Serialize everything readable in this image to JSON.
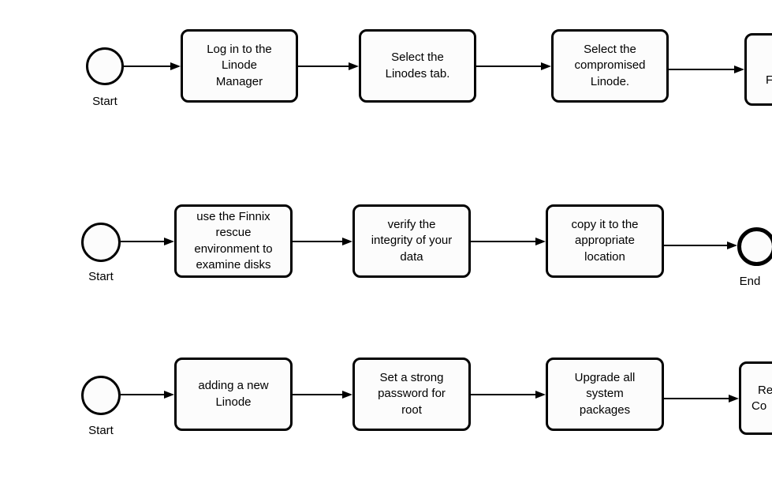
{
  "canvas": {
    "background_color": "#ffffff",
    "stroke_color": "#000000",
    "node_fill_color": "#fcfcfc",
    "text_color": "#000000"
  },
  "rows": [
    {
      "start_label": "Start",
      "boxes": [
        {
          "label": "Log in to the\nLinode\nManager"
        },
        {
          "label": "Select the\nLinodes tab."
        },
        {
          "label": "Select the\ncompromised\nLinode."
        }
      ],
      "partial_box_fragment": "F"
    },
    {
      "start_label": "Start",
      "boxes": [
        {
          "label": "use the Finnix\nrescue\nenvironment to\nexamine disks"
        },
        {
          "label": "verify the\nintegrity of your\ndata"
        },
        {
          "label": "copy it to the\nappropriate\nlocation"
        }
      ],
      "end_label": "End"
    },
    {
      "start_label": "Start",
      "boxes": [
        {
          "label": "adding a new\nLinode"
        },
        {
          "label": "Set a strong\npassword for\nroot"
        },
        {
          "label": "Upgrade all\nsystem\npackages"
        }
      ],
      "partial_box_fragments": {
        "line1": "Re",
        "line2": "Co"
      }
    }
  ]
}
